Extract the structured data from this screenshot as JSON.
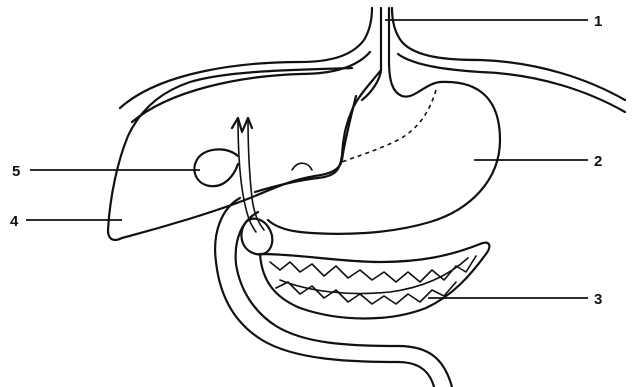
{
  "labels": {
    "l1": "1",
    "l2": "2",
    "l3": "3",
    "l4": "4",
    "l5": "5"
  }
}
